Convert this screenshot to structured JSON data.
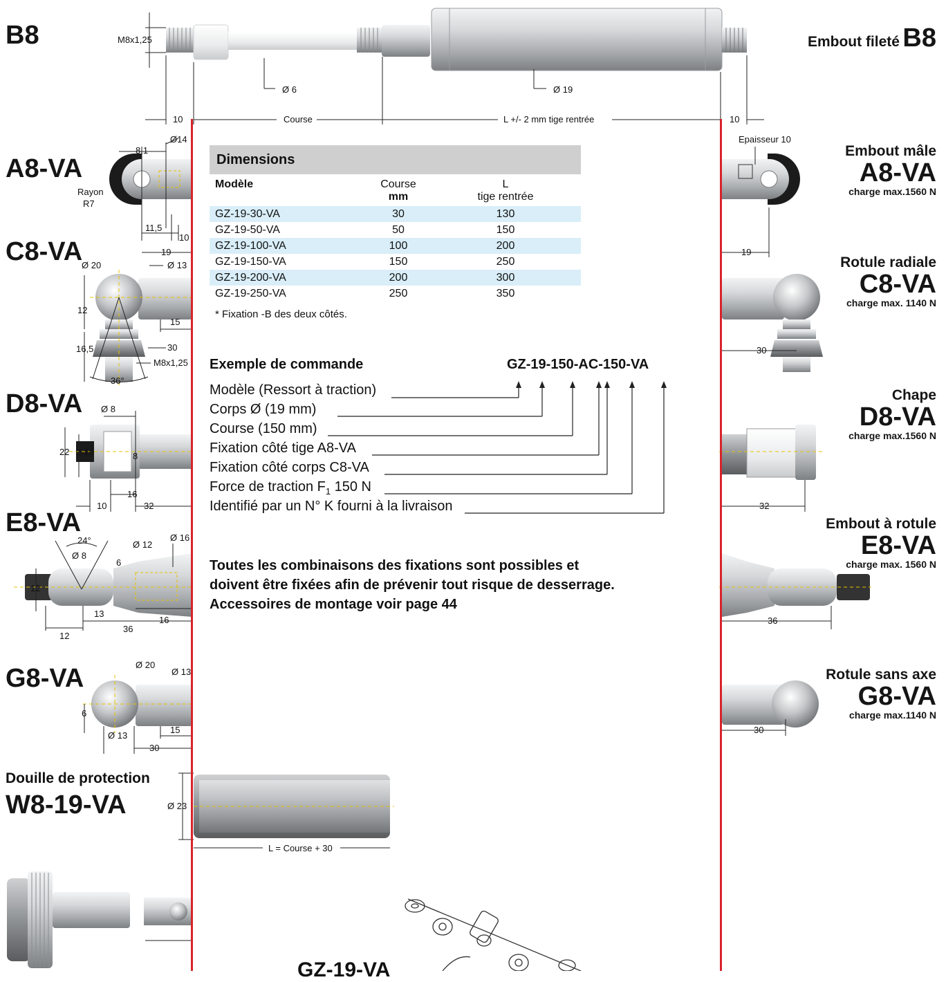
{
  "left_codes": {
    "b8": "B8",
    "a8": "A8-VA",
    "c8": "C8-VA",
    "d8": "D8-VA",
    "e8": "E8-VA",
    "g8": "G8-VA"
  },
  "protection": {
    "title": "Douille de protection",
    "code": "W8-19-VA",
    "dia": "Ø 23",
    "length": "L = Course + 30"
  },
  "top_dims": {
    "thread": "M8x1,25",
    "rod_dia": "Ø 6",
    "body_dia": "Ø 19",
    "ten_left": "10",
    "ten_right": "10",
    "course": "Course",
    "l_label": "L +/- 2 mm tige rentrée"
  },
  "a8_dims": {
    "d81": "8,1",
    "d14": "Ø14",
    "rayon": "Rayon",
    "r7": "R7",
    "d115": "11,5",
    "d10": "10",
    "d19": "19",
    "epaisseur": "Epaisseur 10",
    "r19": "19"
  },
  "c8_dims": {
    "d20": "Ø 20",
    "d13": "Ø 13",
    "d12": "12",
    "d15": "15",
    "d165": "16,5",
    "d30": "30",
    "m8": "M8x1,25",
    "a36": "36°",
    "r30": "30"
  },
  "d8_dims": {
    "d8": "Ø 8",
    "d22": "22",
    "sq16": "□ 16",
    "c8": "8",
    "d16": "16",
    "d10": "10",
    "d32": "32",
    "r32": "32"
  },
  "e8_dims": {
    "a24": "24°",
    "d8": "Ø 8",
    "d12": "Ø 12",
    "d16": "Ø 16",
    "d6": "6",
    "h12": "12",
    "d13": "13",
    "l16": "16",
    "l12": "12",
    "l36": "36",
    "r36": "36"
  },
  "g8_dims": {
    "d20": "Ø 20",
    "d13": "Ø 13",
    "h6": "6",
    "dd13": "Ø 13",
    "d15": "15",
    "d30": "30",
    "r30": "30"
  },
  "right_labels": {
    "b8_title": "Embout fileté",
    "b8_code": "B8",
    "a8_title": "Embout mâle",
    "a8_code": "A8-VA",
    "a8_charge": "charge max.1560 N",
    "c8_title": "Rotule radiale",
    "c8_code": "C8-VA",
    "c8_charge": "charge max. 1140 N",
    "d8_title": "Chape",
    "d8_code": "D8-VA",
    "d8_charge": "charge max.1560 N",
    "e8_title": "Embout à rotule",
    "e8_code": "E8-VA",
    "e8_charge": "charge max. 1560 N",
    "g8_title": "Rotule sans axe",
    "g8_code": "G8-VA",
    "g8_charge": "charge max.1140 N"
  },
  "dimensions_table": {
    "title": "Dimensions",
    "h_model": "Modèle",
    "h_course": "Course",
    "h_course_unit": "mm",
    "h_l": "L",
    "h_l_sub": "tige rentrée",
    "rows": [
      {
        "model": "GZ-19-30-VA",
        "course": "30",
        "l": "130"
      },
      {
        "model": "GZ-19-50-VA",
        "course": "50",
        "l": "150"
      },
      {
        "model": "GZ-19-100-VA",
        "course": "100",
        "l": "200"
      },
      {
        "model": "GZ-19-150-VA",
        "course": "150",
        "l": "250"
      },
      {
        "model": "GZ-19-200-VA",
        "course": "200",
        "l": "300"
      },
      {
        "model": "GZ-19-250-VA",
        "course": "250",
        "l": "350"
      }
    ],
    "note": "* Fixation -B des deux côtés."
  },
  "order_example": {
    "title": "Exemple de commande",
    "code": "GZ-19-150-AC-150-VA",
    "lines": [
      "Modèle (Ressort à traction)",
      "Corps Ø (19 mm)",
      "Course (150 mm)",
      "Fixation côté tige A8-VA",
      "Fixation côté corps C8-VA",
      "Force de traction F",
      "Identifié par un N° K fourni à la livraison"
    ],
    "force_sub": "1",
    "force_val": " 150 N"
  },
  "combination_note": {
    "line1": "Toutes les combinaisons des fixations sont possibles et",
    "line2": "doivent être fixées afin de prévenir tout risque de desserrage.",
    "line3": "Accessoires de montage voir page 44"
  },
  "bottom_caption": "GZ-19-VA",
  "colors": {
    "red_line": "#d8232a",
    "table_shade": "#d9eef8",
    "table_head": "#cfcfcf",
    "metal": "#b9bcbf"
  }
}
